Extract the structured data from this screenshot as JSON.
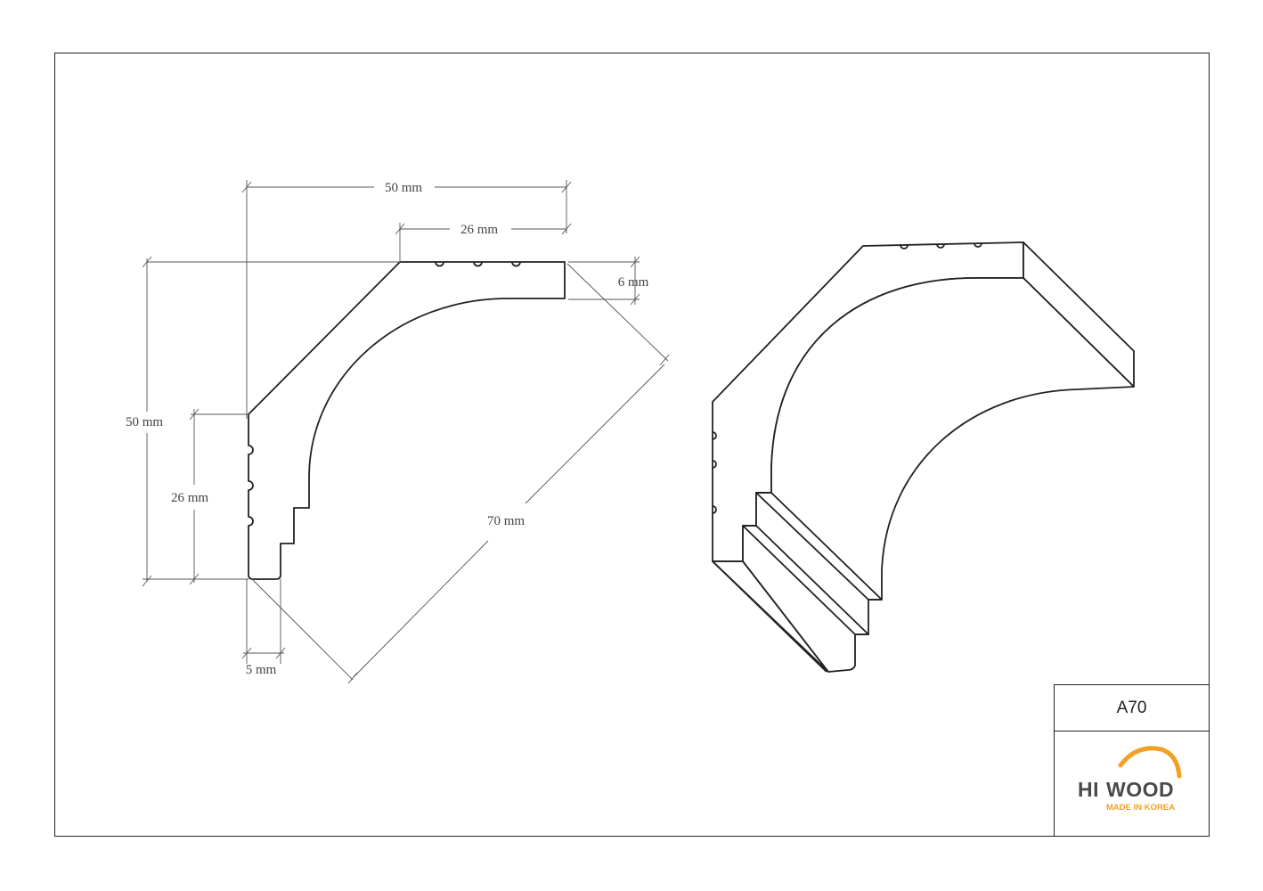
{
  "dimensions": {
    "top_width": "50 mm",
    "top_flat": "26 mm",
    "top_thickness": "6 mm",
    "left_height": "50 mm",
    "left_flat": "26 mm",
    "diagonal": "70 mm",
    "bottom_thickness": "5 mm"
  },
  "title_block": {
    "code": "A70",
    "logo": {
      "word_a": "HI",
      "word_b": "WOOD",
      "tagline": "MADE IN KOREA",
      "arc_color": "#f2a024",
      "text_color": "#4a4a4a"
    }
  },
  "colors": {
    "line": "#222222",
    "dimension_line": "#555555"
  }
}
